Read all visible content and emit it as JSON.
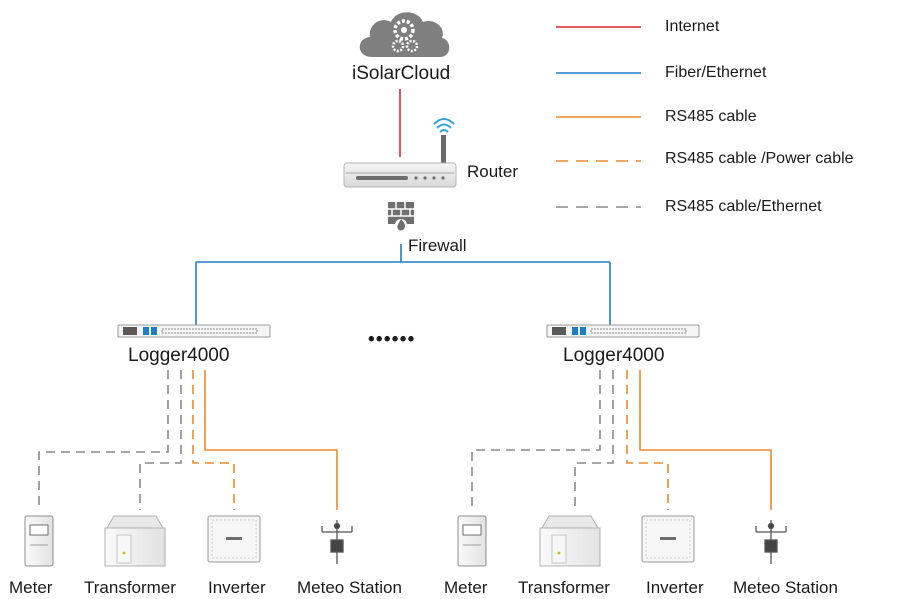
{
  "cloud": {
    "label": "iSolarCloud",
    "icon": "cloud-gear-icon"
  },
  "router": {
    "label": "Router",
    "icon": "wifi-router-icon"
  },
  "firewall": {
    "label": "Firewall",
    "icon": "firewall-icon"
  },
  "ellipsis": "• • • • • •",
  "legend": [
    {
      "label": "Internet",
      "color": "#e0262b",
      "style": "solid"
    },
    {
      "label": "Fiber/Ethernet",
      "color": "#1e7fc0",
      "style": "solid"
    },
    {
      "label": "RS485 cable",
      "color": "#ec8a2a",
      "style": "solid"
    },
    {
      "label": "RS485 cable /Power cable",
      "color": "#ec8a2a",
      "style": "dashed"
    },
    {
      "label": "RS485 cable/Ethernet",
      "color": "#8a8a8a",
      "style": "dashed"
    }
  ],
  "loggers": [
    {
      "label": "Logger4000",
      "devices": [
        {
          "label": "Meter",
          "icon": "meter-icon"
        },
        {
          "label": "Transformer",
          "icon": "transformer-icon"
        },
        {
          "label": "Inverter",
          "icon": "inverter-icon"
        },
        {
          "label": "Meteo Station",
          "icon": "meteo-station-icon"
        }
      ]
    },
    {
      "label": "Logger4000",
      "devices": [
        {
          "label": "Meter",
          "icon": "meter-icon"
        },
        {
          "label": "Transformer",
          "icon": "transformer-icon"
        },
        {
          "label": "Inverter",
          "icon": "inverter-icon"
        },
        {
          "label": "Meteo Station",
          "icon": "meteo-station-icon"
        }
      ]
    }
  ]
}
